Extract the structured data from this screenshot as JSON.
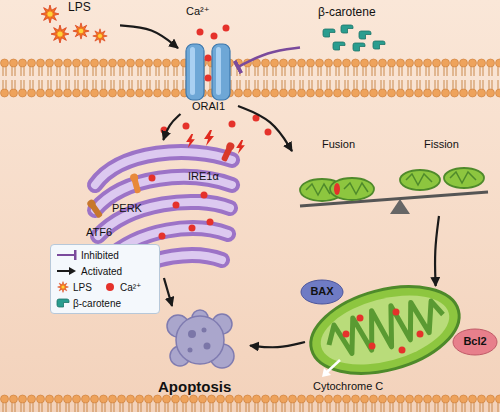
{
  "diagram": {
    "nodes": [
      {
        "text": [
          "LPS"
        ]
      },
      {
        "text": [
          "β-carotene"
        ]
      },
      {
        "text": [
          "ORAI1"
        ]
      },
      {
        "text": [
          "IRE1α",
          "PERK",
          "ATF6"
        ]
      },
      {
        "text": [
          "Fusion",
          "Fission"
        ]
      },
      {
        "text": [
          "Cytochrome C"
        ]
      },
      {
        "text": [
          "BAX"
        ]
      },
      {
        "text": [
          "Bcl2"
        ]
      },
      {
        "text": [
          "Apoptosis"
        ]
      }
    ],
    "edges": [
      {
        "from": 0,
        "to": 2,
        "arrow": "to"
      },
      {
        "from": 1,
        "to": 2,
        "arrow": "to"
      },
      {
        "from": 2,
        "to": 3,
        "arrow": "to"
      },
      {
        "from": 2,
        "to": 4,
        "arrow": "to"
      },
      {
        "from": 4,
        "to": 5,
        "arrow": "to"
      },
      {
        "from": 3,
        "to": 8,
        "arrow": "to"
      },
      {
        "from": 5,
        "to": 8,
        "arrow": "to"
      }
    ],
    "labels": [
      "Ca²⁺"
    ],
    "legend": [
      {
        "text": "Inhibited"
      },
      {
        "text": "Activated"
      },
      {
        "text": "LPS"
      },
      {
        "text": "Ca²⁺",
        "color": "#e5322b"
      },
      {
        "text": "β-carotene"
      }
    ]
  }
}
